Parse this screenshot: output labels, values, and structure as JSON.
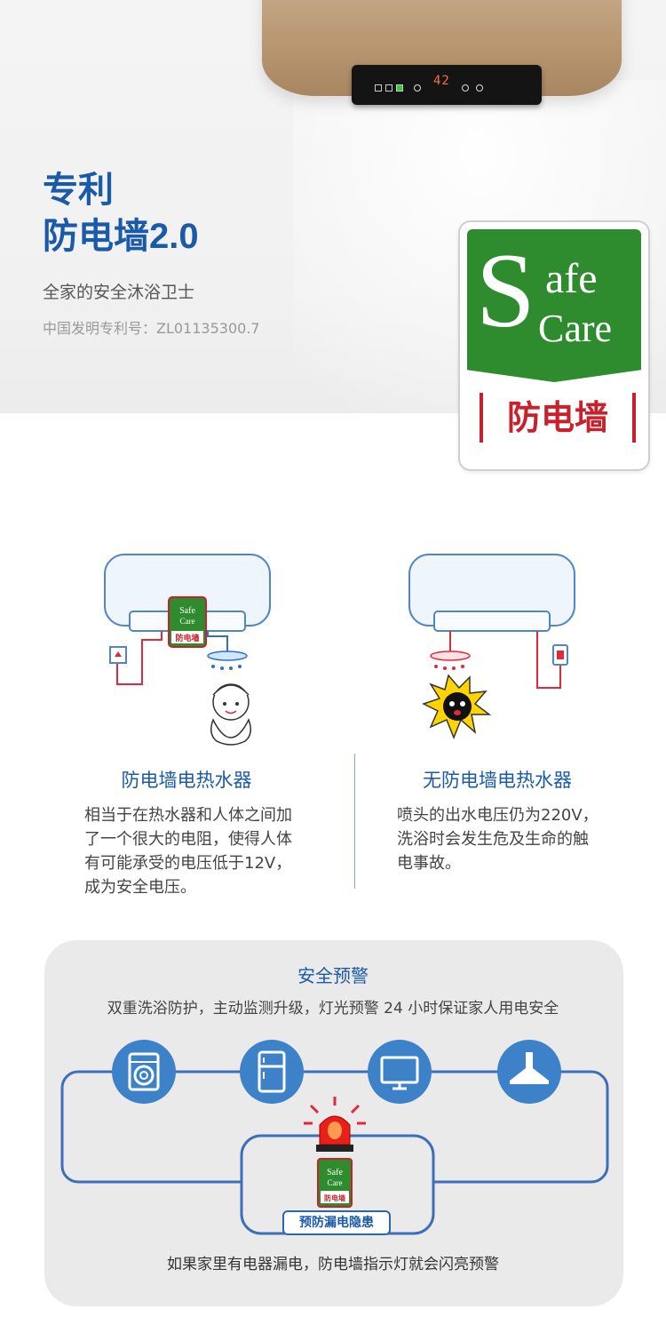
{
  "hero": {
    "title_line1": "专利",
    "title_line2": "防电墙2.0",
    "subtitle": "全家的安全沐浴卫士",
    "patent": "中国发明专利号：ZL01135300.7",
    "heater_display": "42"
  },
  "badge": {
    "s": "S",
    "safe": "afe",
    "care": "Care",
    "cn": "防电墙",
    "green": "#2e8b2e",
    "red": "#c8212b"
  },
  "compare": {
    "left": {
      "title": "防电墙电热水器",
      "text_lines": [
        "相当于在热水器和人体之间加",
        "了一个很大的电阻，使得人体",
        "有可能承受的电压低于12V，",
        "成为安全电压。"
      ],
      "mini_badge_safe": "Safe",
      "mini_badge_care": "Care",
      "mini_badge_cn": "防电墙"
    },
    "right": {
      "title": "无防电墙电热水器",
      "text_lines": [
        "喷头的出水电压仍为220V，",
        "洗浴时会发生危及生命的触",
        "电事故。"
      ]
    }
  },
  "warning": {
    "title": "安全预警",
    "subtitle": "双重洗浴防护，主动监测升级，灯光预警 24 小时保证家人用电安全",
    "label": "预防漏电隐患",
    "footer": "如果家里有电器漏电，防电墙指示灯就会闪亮预警",
    "badge_safe": "Safe",
    "badge_care": "Care",
    "badge_cn": "防电墙",
    "appliances": [
      "washing-machine-icon",
      "refrigerator-icon",
      "monitor-icon",
      "range-hood-icon"
    ]
  },
  "colors": {
    "accent_blue": "#1a5aa8",
    "icon_blue": "#3d82c8",
    "wire_red": "#e02a3c",
    "wire_blue": "#2f6fc4"
  }
}
